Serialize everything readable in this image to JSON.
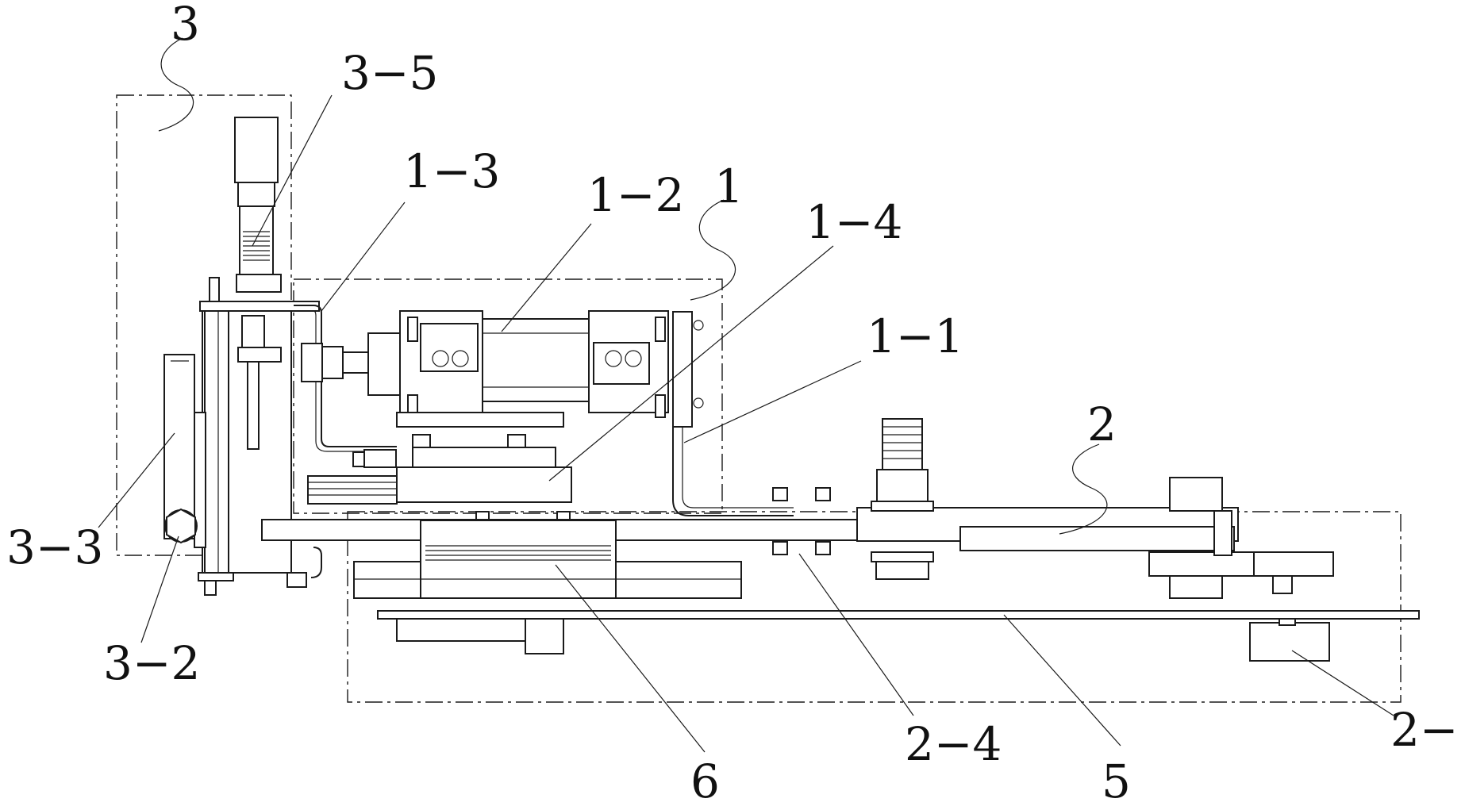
{
  "labels": {
    "l3": "3",
    "l3_5": "3−5",
    "l1_3": "1−3",
    "l1_2": "1−2",
    "l1": "1",
    "l1_4": "1−4",
    "l1_1": "1−1",
    "l2": "2",
    "l3_3": "3−3",
    "l3_2": "3−2",
    "l6": "6",
    "l2_4": "2−4",
    "l5": "5",
    "l2_x": "2−"
  }
}
